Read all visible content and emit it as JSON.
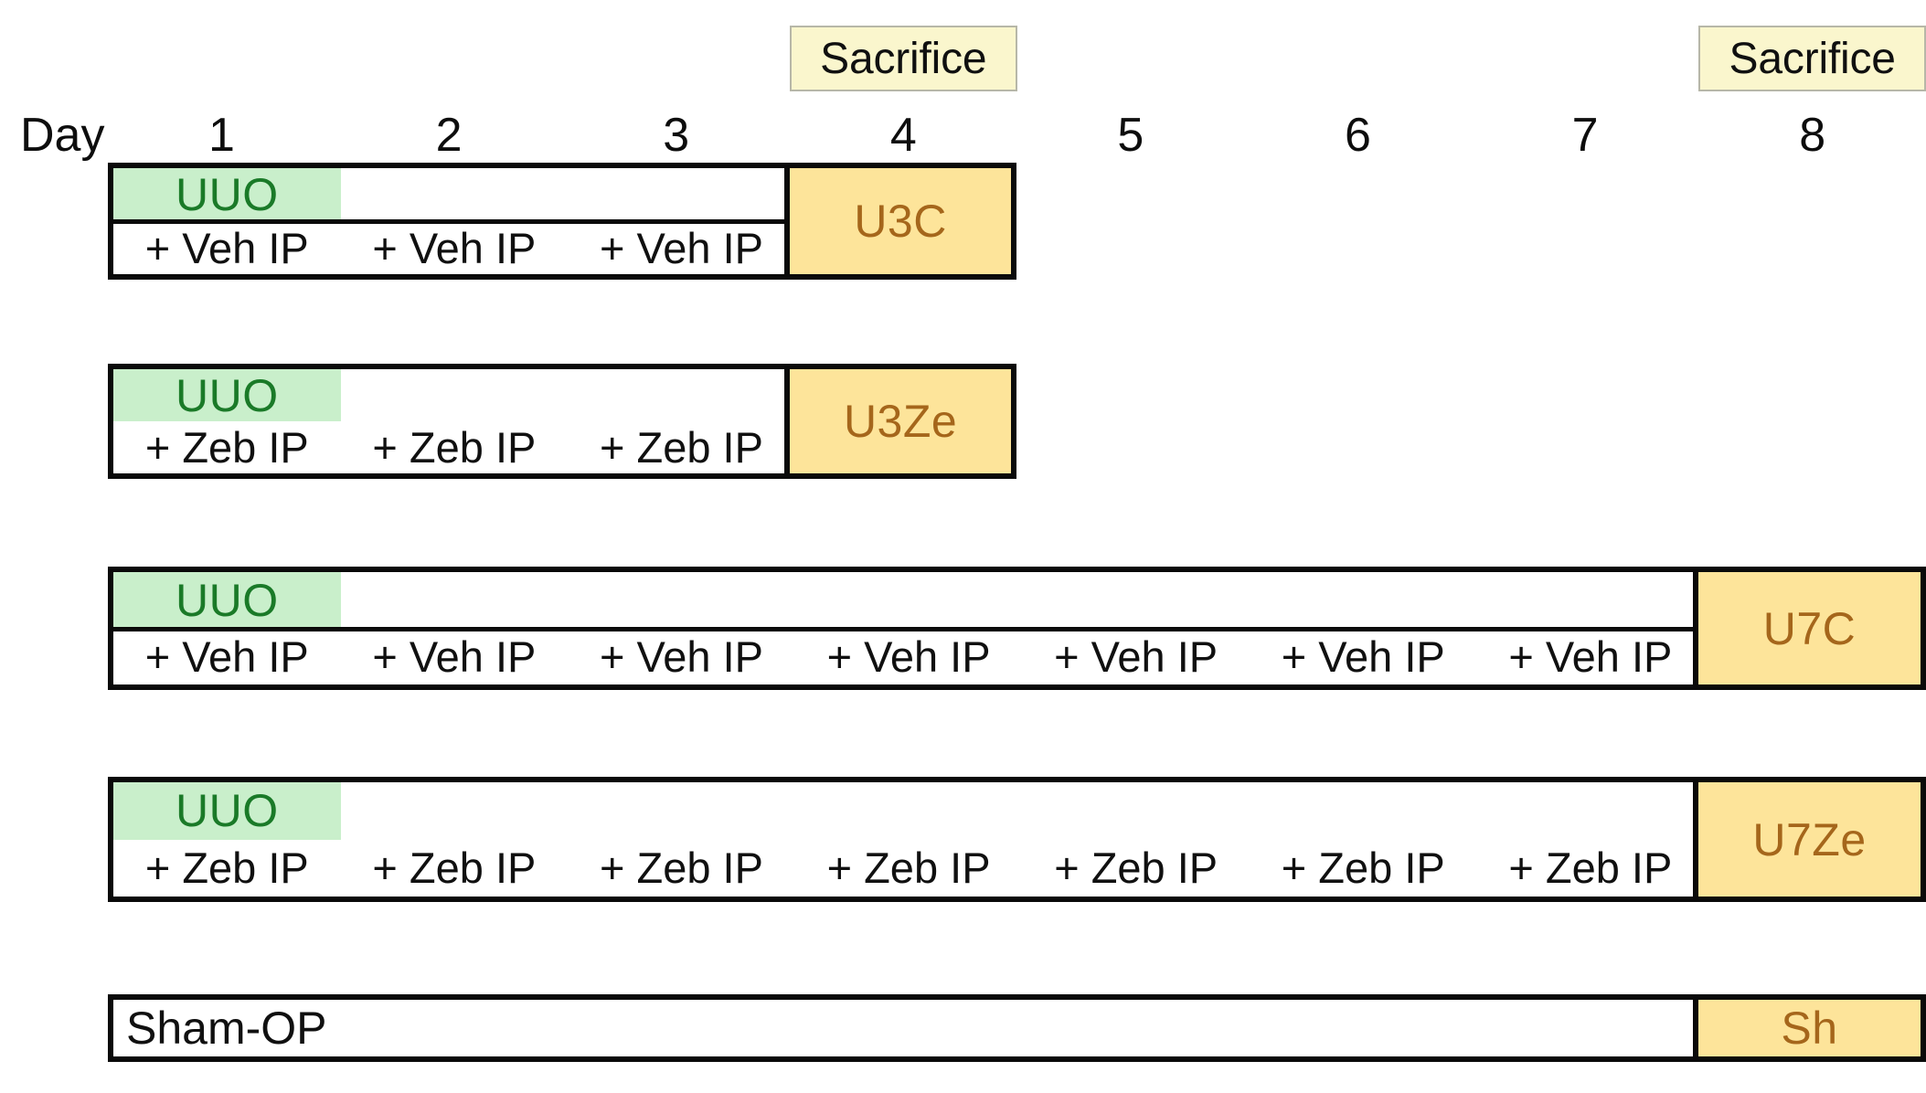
{
  "axis": {
    "label": "Day",
    "days": [
      "1",
      "2",
      "3",
      "4",
      "5",
      "6",
      "7",
      "8"
    ]
  },
  "sacrifice_markers": [
    {
      "label": "Sacrifice",
      "day": "4"
    },
    {
      "label": "Sacrifice",
      "day": "8"
    }
  ],
  "colors": {
    "surgery_fill": "#C9EFCB",
    "surgery_text": "#1A7A28",
    "endpoint_fill": "#FDE49A",
    "endpoint_text": "#A5661B",
    "sacrifice_fill": "#FAF6CD",
    "sacrifice_border": "#B7B7A8",
    "outline": "#0A0A0A"
  },
  "groups": [
    {
      "id": "u3c",
      "surgery_label": "UUO",
      "endpoint_label": "U3C",
      "treatment_label": "+ Veh IP",
      "treatment_days": 3,
      "sacrifice_day": "4",
      "has_divider": true
    },
    {
      "id": "u3ze",
      "surgery_label": "UUO",
      "endpoint_label": "U3Ze",
      "treatment_label": "+ Zeb IP",
      "treatment_days": 3,
      "sacrifice_day": "4",
      "has_divider": false
    },
    {
      "id": "u7c",
      "surgery_label": "UUO",
      "endpoint_label": "U7C",
      "treatment_label": "+ Veh IP",
      "treatment_days": 7,
      "sacrifice_day": "8",
      "has_divider": true
    },
    {
      "id": "u7ze",
      "surgery_label": "UUO",
      "endpoint_label": "U7Ze",
      "treatment_label": "+ Zeb IP",
      "treatment_days": 7,
      "sacrifice_day": "8",
      "has_divider": false
    }
  ],
  "sham_group": {
    "id": "sham",
    "label": "Sham-OP",
    "endpoint_label": "Sh",
    "sacrifice_day": "8"
  }
}
